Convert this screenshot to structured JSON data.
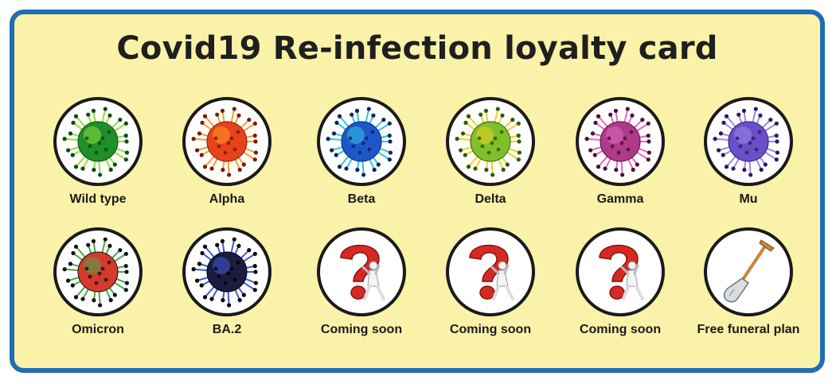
{
  "title": "Covid19 Re-infection loyalty card",
  "colors": {
    "border": "#1f6db3",
    "background": "#f9f2a8"
  },
  "slots": [
    {
      "label": "Wild type",
      "icon": "virus-icon",
      "body": "#1f8f2a",
      "spike": "#8fe03a",
      "dot": "#0d4a12"
    },
    {
      "label": "Alpha",
      "icon": "virus-icon",
      "body": "#e8421c",
      "spike": "#ff9a2a",
      "dot": "#7a1a08"
    },
    {
      "label": "Beta",
      "icon": "virus-icon",
      "body": "#1f57c9",
      "spike": "#2fc4e0",
      "dot": "#0b2266"
    },
    {
      "label": "Delta",
      "icon": "virus-icon",
      "body": "#7fbf2a",
      "spike": "#f0d020",
      "dot": "#2f5a0a"
    },
    {
      "label": "Gamma",
      "icon": "virus-icon",
      "body": "#b03a8a",
      "spike": "#e06ac0",
      "dot": "#4a0f36"
    },
    {
      "label": "Mu",
      "icon": "virus-icon",
      "body": "#6a4fc9",
      "spike": "#9b88e8",
      "dot": "#2a1a66"
    },
    {
      "label": "Omicron",
      "icon": "virus-icon",
      "body": "#d63a2a",
      "spike": "#4aa84a",
      "dot": "#111111"
    },
    {
      "label": "BA.2",
      "icon": "virus-icon",
      "body": "#1c1c40",
      "spike": "#3d5ad6",
      "dot": "#000000"
    },
    {
      "label": "Coming soon",
      "icon": "question-mark-person-icon"
    },
    {
      "label": "Coming soon",
      "icon": "question-mark-person-icon"
    },
    {
      "label": "Coming soon",
      "icon": "question-mark-person-icon"
    },
    {
      "label": "Free funeral plan",
      "icon": "shovel-icon"
    }
  ]
}
